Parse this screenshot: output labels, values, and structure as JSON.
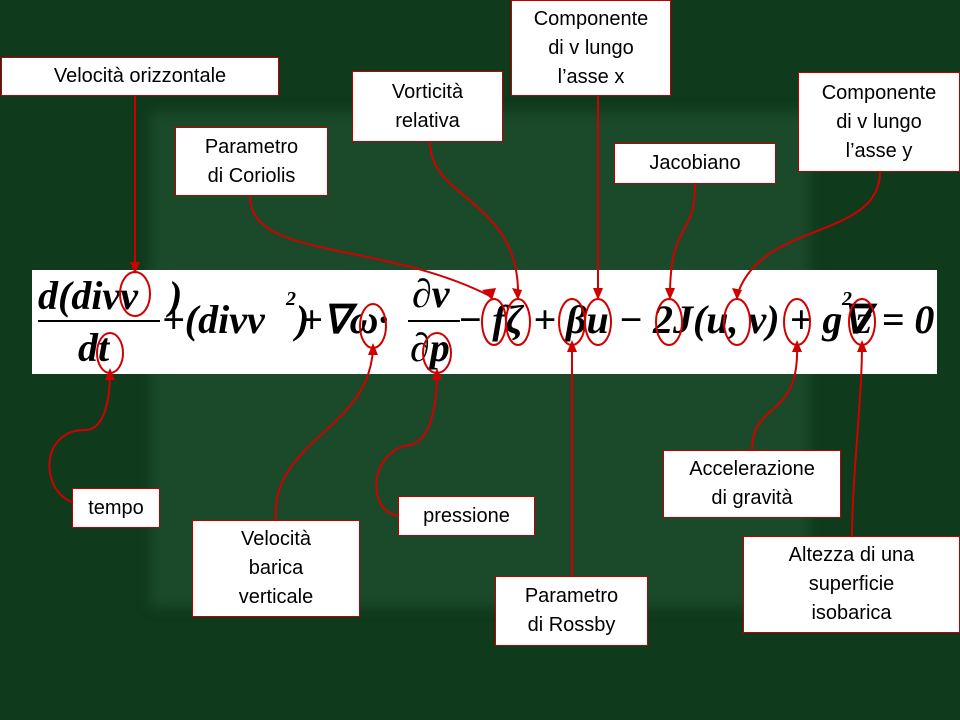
{
  "equation": {
    "num1": "d(divv⃗)",
    "den1": "dt",
    "term2": "+(divv⃗)",
    "term2_exp": "2",
    "term3": "+∇ω·",
    "num2": "∂v⃗",
    "den2": "∂p",
    "term4": "− fζ + βu − 2J(u, v) + g∇",
    "term4_exp": "2",
    "term5": "z = 0"
  },
  "labels": {
    "velocita_orizzontale": "Velocità orizzontale",
    "parametro_coriolis": "Parametro\ndi Coriolis",
    "vorticita_relativa": "Vorticità\nrelativa",
    "componente_x": "Componente\ndi v lungo\nl’asse x",
    "jacobiano": "Jacobiano",
    "componente_y": "Componente\ndi v lungo\nl’asse y",
    "tempo": "tempo",
    "velocita_barica": "Velocità\nbarica\nverticale",
    "pressione": "pressione",
    "parametro_rossby": "Parametro\ndi Rossby",
    "accelerazione_gravita": "Accelerazione\ndi gravità",
    "altezza_isobarica": "Altezza di una\nsuperficie\nisobarica"
  },
  "colors": {
    "background": "#0f3a1c",
    "callout_border": "#c00000",
    "connector": "#d00000"
  }
}
